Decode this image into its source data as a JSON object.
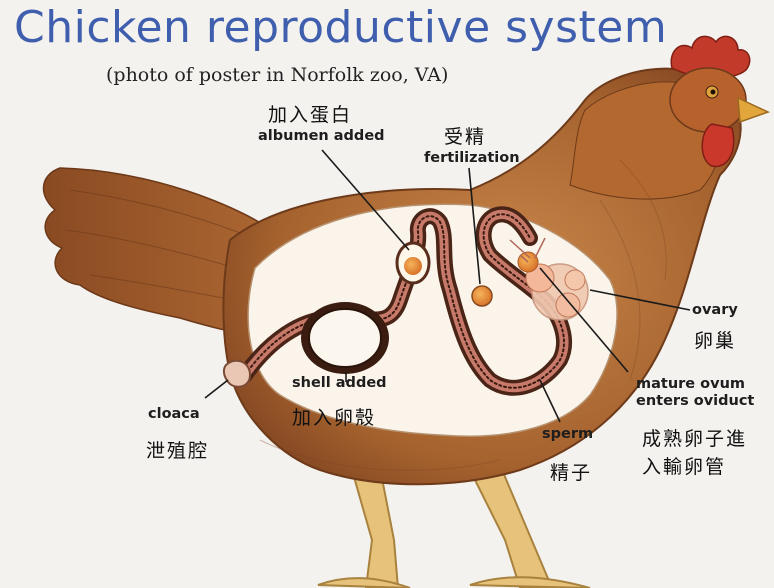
{
  "title": "Chicken reproductive system",
  "subtitle": "(photo of poster in Norfolk zoo, VA)",
  "labels": {
    "albumen": {
      "zh": "加入蛋白",
      "en": "albumen added"
    },
    "fertilization": {
      "zh": "受精",
      "en": "fertilization"
    },
    "ovary": {
      "en": "ovary",
      "zh": "卵巢"
    },
    "shell": {
      "en": "shell added",
      "zh": "加入卵殼"
    },
    "cloaca": {
      "en": "cloaca",
      "zh": "泄殖腔"
    },
    "sperm": {
      "en": "sperm",
      "zh": "精子"
    },
    "mature_ovum": {
      "en_line1": "mature ovum",
      "en_line2": "enters oviduct",
      "zh_line1": "成熟卵子進",
      "zh_line2": "入輸卵管"
    }
  },
  "colors": {
    "title": "#3f5fae",
    "plumage": "#a0602e",
    "cutaway": "#faf4ea",
    "comb": "#c23a2a"
  }
}
